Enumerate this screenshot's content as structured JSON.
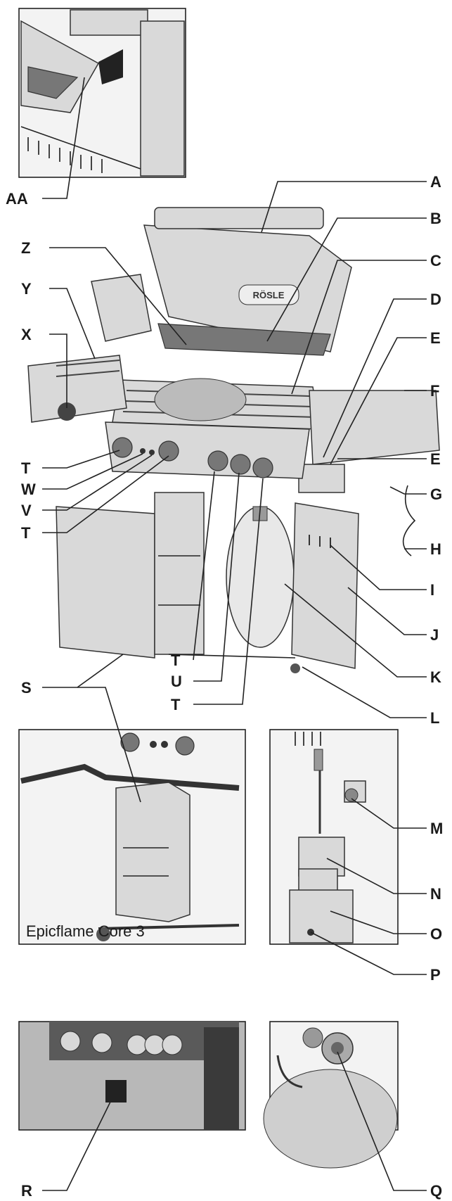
{
  "brand_logo": "RÖSLE",
  "caption_inset_cabinet": "Epicflame Core 3",
  "labels": {
    "AA": "AA",
    "A": "A",
    "B": "B",
    "C": "C",
    "D": "D",
    "E1": "E",
    "E2": "E",
    "F": "F",
    "G": "G",
    "H": "H",
    "I": "I",
    "J": "J",
    "K": "K",
    "L": "L",
    "M": "M",
    "N": "N",
    "O": "O",
    "P": "P",
    "Q": "Q",
    "R": "R",
    "S": "S",
    "T1": "T",
    "T2": "T",
    "T3": "T",
    "T4": "T",
    "U": "U",
    "V": "V",
    "W": "W",
    "X": "X",
    "Y": "Y",
    "Z": "Z"
  }
}
